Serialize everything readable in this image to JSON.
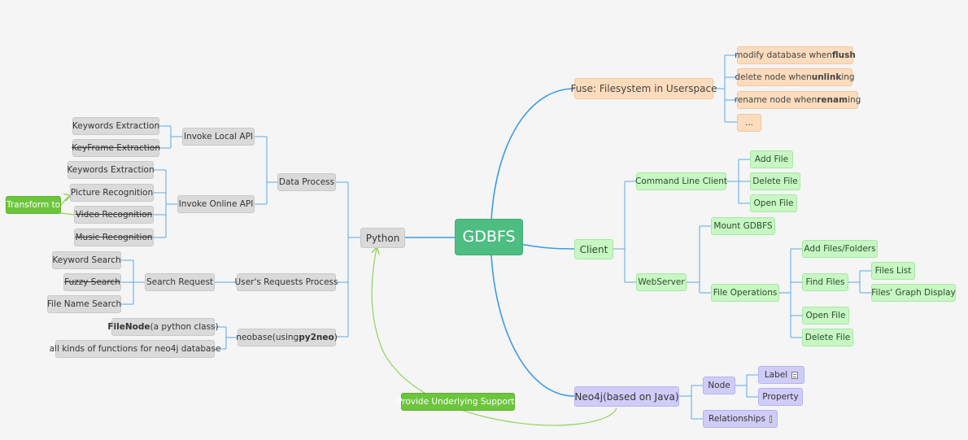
{
  "root": {
    "label": "GDBFS"
  },
  "python": {
    "label": "Python",
    "data_process": {
      "label": "Data Process",
      "invoke_local_api": {
        "label": "Invoke Local API",
        "keywords_extraction": "Keywords Extraction",
        "keyframe_extraction": "KeyFrame Extraction"
      },
      "invoke_online_api": {
        "label": "Invoke Online API",
        "keywords_extraction": "Keywords Extraction",
        "picture_recognition": "Picture Recognition",
        "video_recognition": "Video Recognition",
        "music_recognition": "Music Recognition"
      }
    },
    "users_requests_process": {
      "label": "User's Requests Process",
      "search_request": {
        "label": "Search Request",
        "keyword_search": "Keyword Search",
        "fuzzy_search": "Fuzzy Search",
        "file_name_search": "File Name Search"
      }
    },
    "neobase": {
      "prefix": "neobase(using ",
      "bold": "py2neo",
      "suffix": ")",
      "filenode": {
        "bold": "FileNode",
        "rest": "(a python class)"
      },
      "functions": "all kinds of functions for neo4j database"
    }
  },
  "transform_to": "Transform to",
  "provide_supports": "Provide Underlying Supports",
  "fuse": {
    "label": "Fuse: Filesystem in Userspace",
    "flush": {
      "prefix": "modify database when ",
      "bold": "flush",
      "suffix": ""
    },
    "unlink": {
      "prefix": "delete node when ",
      "bold": "unlink",
      "suffix": "ing"
    },
    "rename": {
      "prefix": "rename node when ",
      "bold": "renam",
      "suffix": "ing"
    },
    "ellipsis": "..."
  },
  "client": {
    "label": "Client",
    "command_line_client": {
      "label": "Command Line Client",
      "add_file": "Add File",
      "delete_file": "Delete File",
      "open_file": "Open File"
    },
    "webserver": {
      "label": "WebServer",
      "mount_gdbfs": "Mount GDBFS",
      "file_operations": {
        "label": "File Operations",
        "add_files_folders": "Add Files/Folders",
        "find_files": {
          "label": "Find Files",
          "files_list": "Files List",
          "files_graph_display": "Files' Graph Display"
        },
        "open_file": "Open File",
        "delete_file": "Delete File"
      }
    }
  },
  "neo4j": {
    "label": "Neo4j(based on Java)",
    "node": {
      "label": "Node",
      "label_item": "Label",
      "property": "Property"
    },
    "relationships": "Relationships"
  },
  "colors": {
    "root": "#4dbd82",
    "blue_line": "#3a9be6",
    "python_line": "#4aa3e8",
    "orange": "#fcdcbd",
    "green": "#c7f7c3",
    "purple": "#cfcdf8",
    "gray": "#dadada",
    "green_arrow": "#8fd25c",
    "solid_green": "#6cc53c"
  }
}
